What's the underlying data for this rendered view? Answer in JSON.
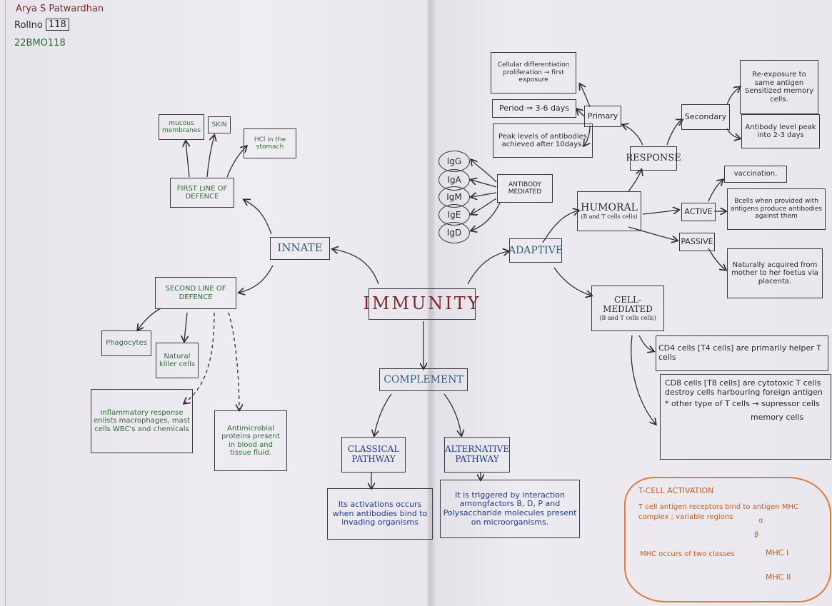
{
  "author": {
    "name": "Arya S Patwardhan",
    "roll_label": "Rollno",
    "roll_number": "118",
    "code": "22BMO118"
  },
  "nodes": {
    "immunity": "IMMUNITY",
    "innate": "INNATE",
    "adaptive": "ADAPTIVE",
    "complement": "COMPLEMENT",
    "first_line": "FIRST LINE OF DEFENCE",
    "second_line": "SECOND LINE OF DEFENCE",
    "mucous": "mucous membranes",
    "skin": "SKIN",
    "hcl": "HCl in the stomach",
    "phagocytes": "Phagocytes",
    "nk_cells": "Natural killer cells",
    "inflammatory": "Inflammatory response enlists macrophages, mast cells WBC's and chemicals",
    "antimicrobial": "Antimicrobial proteins present in blood and tissue fluid.",
    "classical": "CLASSICAL PATHWAY",
    "alternative": "ALTERNATIVE PATHWAY",
    "classical_desc": "Its activations occurs when antibodies bind to invading organisms",
    "alternative_desc": "It is triggered by interaction amongfactors B, D, P and Polysaccharide molecules present on microorganisms.",
    "antibody_mediated": "ANTIBODY MEDIATED",
    "antibodies": [
      "IgG",
      "IgA",
      "IgM",
      "IgE",
      "IgD"
    ],
    "humoral": "HUMORAL",
    "humoral_sub": "(B and T cells cells)",
    "response": "RESPONSE",
    "primary": "Primary",
    "secondary": "Secondary",
    "primary_1": "Cellular differentiation proliferation → first exposure",
    "primary_2": "Period ⇒ 3-6 days",
    "primary_3": "Peak levels of antibodies achieved after 10days.",
    "secondary_1": "Re-exposure to same antigen Sensitized memory cells.",
    "secondary_2": "Antibody level peak into 2-3 days",
    "active": "ACTIVE",
    "passive": "PASSIVE",
    "vaccination": "vaccination.",
    "active_desc": "Bcells when provided with antigens produce antibodies against them",
    "passive_desc": "Naturally acquired from mother to her foetus via placenta.",
    "cell_mediated": "CELL-MEDIATED",
    "cell_mediated_sub": "(B and T cells cells)",
    "cd4": "CD4 cells [T4 cells] are primarily helper T cells",
    "cd8": "CD8 cells [T8 cells] are cytotoxic T cells destroy cells harbouring foreign antigen",
    "other_t": "other type of T cells",
    "suppressor": "supressor cells",
    "memory": "memory cells"
  },
  "tcell_note": {
    "title": "T-CELL ACTIVATION",
    "line1": "T cell antigen receptors bind to antigen MHC complex ; variable regions",
    "alpha": "α",
    "beta": "β",
    "line2": "MHC occurs of two classes",
    "mhc1": "MHC I",
    "mhc2": "MHC II"
  },
  "colors": {
    "ink_black": "#2a2a2a",
    "ink_blue": "#1e3c8c",
    "ink_green": "#2f6e33",
    "ink_maroon": "#7a2a2a",
    "ink_orange": "#c45f1f",
    "paper": "#ece9f0"
  }
}
